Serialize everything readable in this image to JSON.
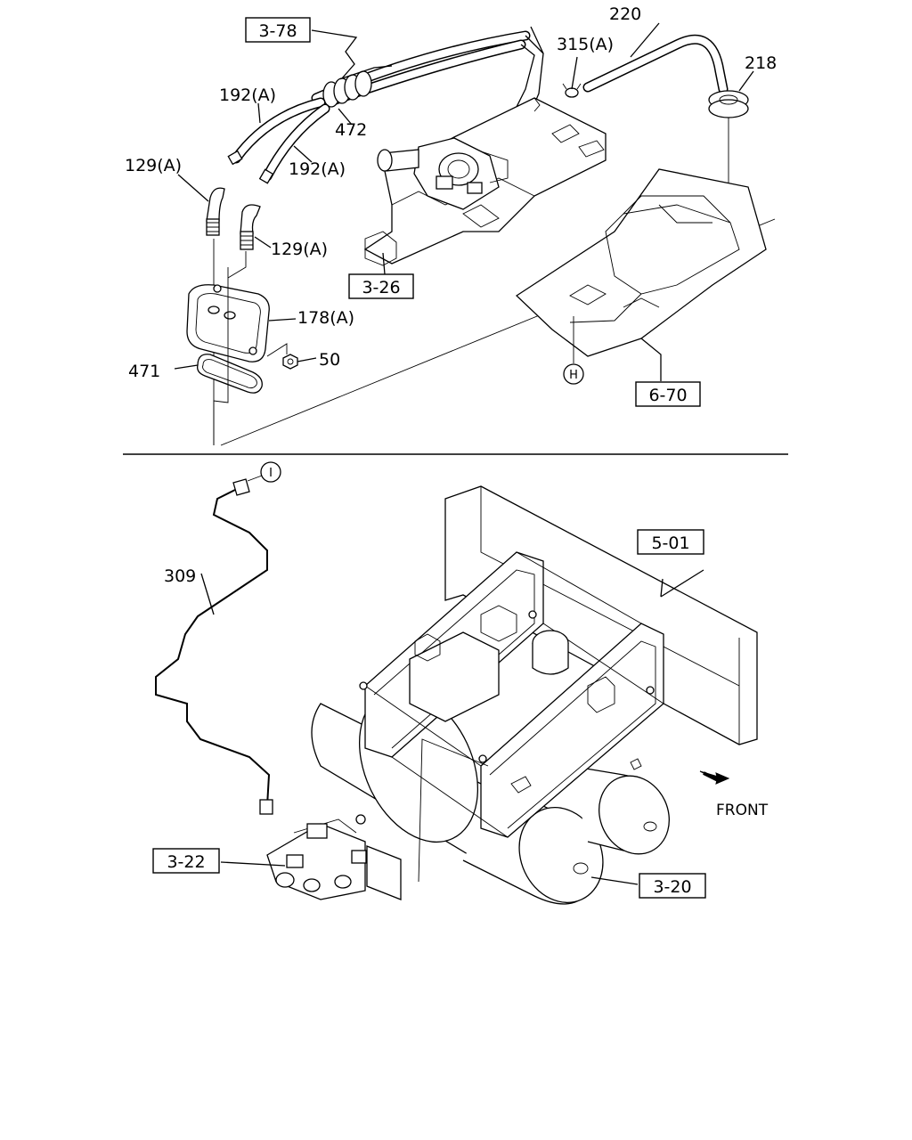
{
  "labels": {
    "p220": "220",
    "p218": "218",
    "p315a": "315(A)",
    "p192a_1": "192(A)",
    "p472": "472",
    "p192a_2": "192(A)",
    "p129a_1": "129(A)",
    "p129a_2": "129(A)",
    "p178a": "178(A)",
    "p50": "50",
    "p471": "471",
    "p309": "309"
  },
  "refs": {
    "r378": "3-78",
    "r326": "3-26",
    "r670": "6-70",
    "r501": "5-01",
    "r322": "3-22",
    "r320": "3-20"
  },
  "symbols": {
    "h": "H",
    "i": "I"
  },
  "direction": {
    "front": "FRONT"
  }
}
